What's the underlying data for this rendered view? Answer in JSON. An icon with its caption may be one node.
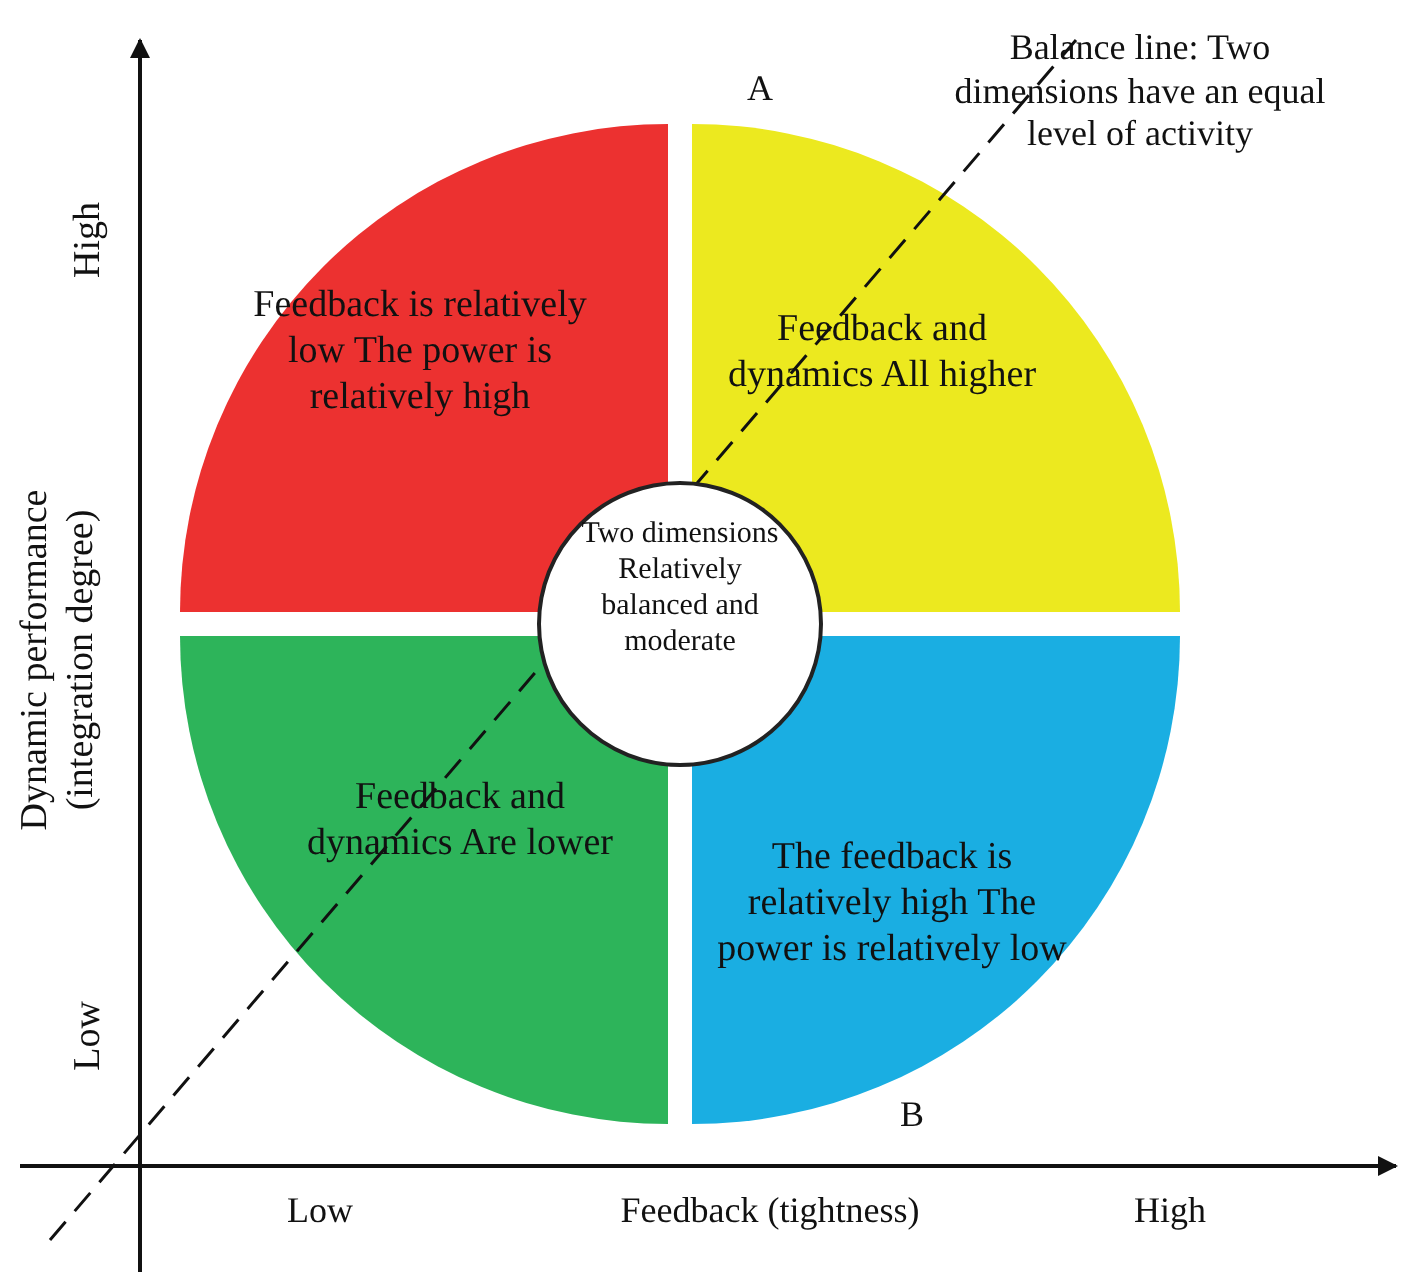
{
  "diagram": {
    "nodes": [
      {
        "text": [
          "Feedback is relatively low The power is relatively high"
        ]
      },
      {
        "text": [
          "Feedback and dynamics All higher"
        ]
      },
      {
        "text": [
          "Two dimensions Relatively balanced and moderate"
        ]
      },
      {
        "text": [
          "Feedback and dynamics Are lower"
        ]
      },
      {
        "text": [
          "The feedback is relatively high The power is relatively low"
        ]
      }
    ],
    "labels": [
      "Balance line: Two dimensions have an equal level of activity",
      "A",
      "High",
      "Dynamic performance (integration degree)",
      "Low",
      "B",
      "Low",
      "Feedback (tightness)",
      "High"
    ]
  }
}
